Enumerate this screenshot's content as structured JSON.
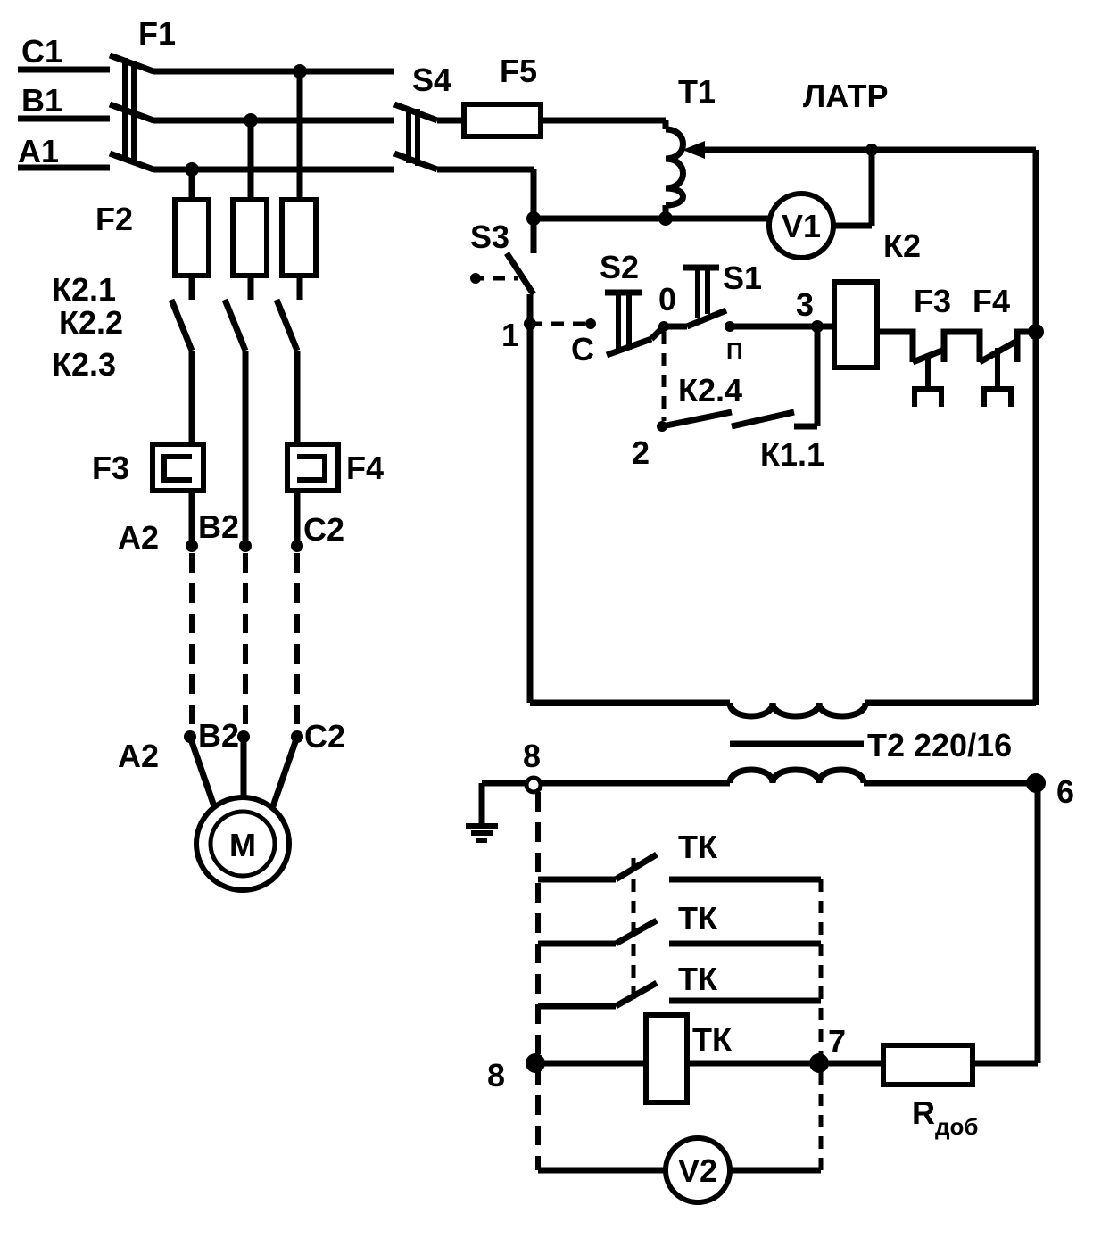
{
  "labels": {
    "c1": "C1",
    "b1": "B1",
    "a1": "A1",
    "f1": "F1",
    "f2": "F2",
    "f3": "F3",
    "f4": "F4",
    "f5": "F5",
    "f3b": "F3",
    "f4b": "F4",
    "s1": "S1",
    "s2": "S2",
    "s3": "S3",
    "s4": "S4",
    "t1": "T1",
    "latr": "ЛАТР",
    "v1": "V1",
    "v2": "V2",
    "k2": "К2",
    "k21": "К2.1",
    "k22": "К2.2",
    "k23": "К2.3",
    "k24": "К2.4",
    "k11": "К1.1",
    "a2top": "A2",
    "b2top": "B2",
    "c2top": "C2",
    "a2bot": "A2",
    "b2bot": "B2",
    "c2bot": "C2",
    "motor": "M",
    "n0": "0",
    "n1": "1",
    "n2": "2",
    "n3": "3",
    "n6": "6",
    "n7": "7",
    "n8top": "8",
    "n8bot": "8",
    "mode_c": "С",
    "mode_p": "П",
    "t2": "T2 220/16",
    "tk1": "ТК",
    "tk2": "ТК",
    "tk3": "ТК",
    "tk4": "ТК",
    "rdob_main": "R",
    "rdob_sub": "доб"
  }
}
